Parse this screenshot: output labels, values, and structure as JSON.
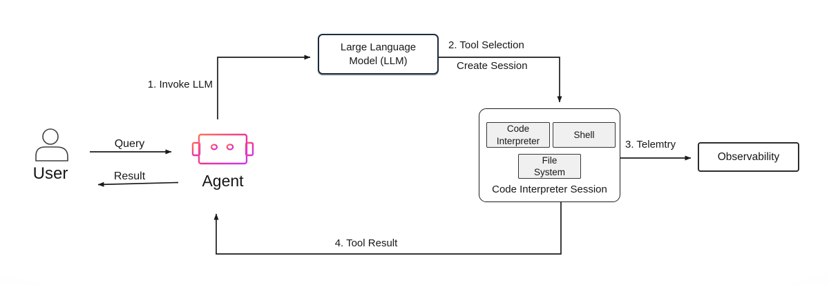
{
  "nodes": {
    "user": {
      "label": "User"
    },
    "agent": {
      "label": "Agent"
    },
    "llm": {
      "label": "Large Language Model (LLM)"
    },
    "session": {
      "label": "Code Interpreter Session",
      "tools": [
        {
          "label": "Code Interpreter"
        },
        {
          "label": "Shell"
        },
        {
          "label": "File System"
        }
      ]
    },
    "observability": {
      "label": "Observability"
    }
  },
  "edges": {
    "query": {
      "label": "Query"
    },
    "result": {
      "label": "Result"
    },
    "invoke_llm": {
      "label": "1. Invoke LLM"
    },
    "tool_selection": {
      "label": "2. Tool Selection"
    },
    "create_session": {
      "label": "Create Session"
    },
    "telemetry": {
      "label": "3. Telemtry"
    },
    "tool_result": {
      "label": "4. Tool Result"
    }
  },
  "colors": {
    "agent_gradient_start": "#FB7356",
    "agent_gradient_mid": "#F0309F",
    "agent_gradient_end": "#C93BEA",
    "line": "#1A1A1A",
    "llm_border": "#1C2B3A",
    "tool_box_fill": "#F0F0F0"
  }
}
